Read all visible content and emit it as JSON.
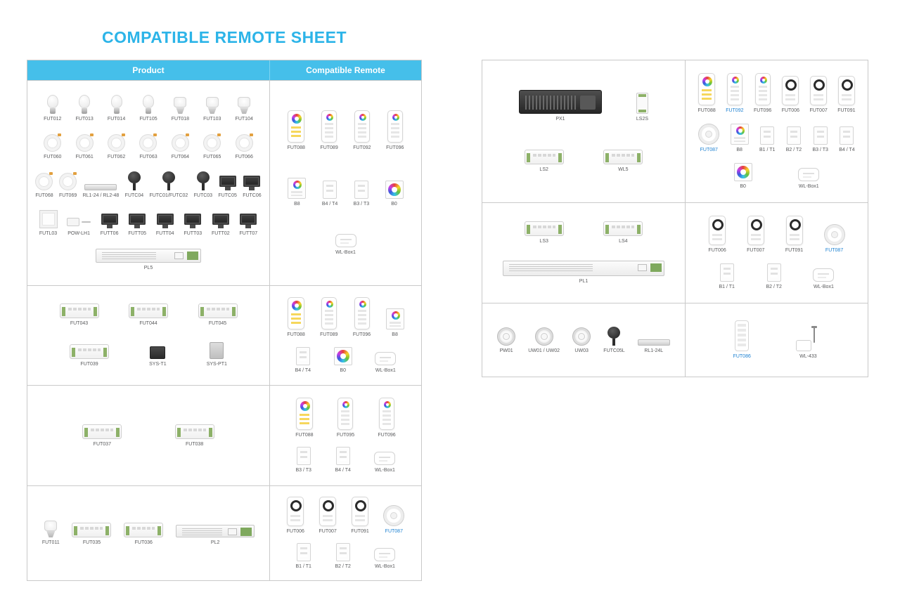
{
  "title": "COMPATIBLE REMOTE SHEET",
  "colors": {
    "accent": "#2cb4e8",
    "header_bg": "#45bfea",
    "header_text": "#ffffff",
    "label_text": "#58595b",
    "link_text": "#1e82d2",
    "table_border": "#c9c9c9"
  },
  "left_table": {
    "headers": {
      "product": "Product",
      "remote": "Compatible Remote"
    },
    "rows": [
      {
        "products": [
          {
            "items": [
              {
                "label": "FUT012",
                "type": "bulb"
              },
              {
                "label": "FUT013",
                "type": "bulb"
              },
              {
                "label": "FUT014",
                "type": "bulb"
              },
              {
                "label": "FUT105",
                "type": "bulb"
              },
              {
                "label": "FUT018",
                "type": "spot"
              },
              {
                "label": "FUT103",
                "type": "spot"
              },
              {
                "label": "FUT104",
                "type": "spot"
              }
            ]
          },
          {
            "items": [
              {
                "label": "FUT060",
                "type": "downlight"
              },
              {
                "label": "FUT061",
                "type": "downlight"
              },
              {
                "label": "FUT062",
                "type": "downlight"
              },
              {
                "label": "FUT063",
                "type": "downlight"
              },
              {
                "label": "FUT064",
                "type": "downlight"
              },
              {
                "label": "FUT065",
                "type": "downlight"
              },
              {
                "label": "FUT066",
                "type": "downlight"
              }
            ]
          },
          {
            "items": [
              {
                "label": "FUT068",
                "type": "downlight"
              },
              {
                "label": "FUT069",
                "type": "downlight"
              },
              {
                "label": "RL1-24 / RL2-48",
                "type": "bar"
              },
              {
                "label": "FUTC04",
                "type": "gardenlight"
              },
              {
                "label": "FUTC01/FUTC02",
                "type": "gardenlight"
              },
              {
                "label": "FUTC03",
                "type": "gardenlight"
              },
              {
                "label": "FUTC05",
                "type": "floodlight"
              },
              {
                "label": "FUTC06",
                "type": "floodlight"
              }
            ]
          },
          {
            "items": [
              {
                "label": "FUTL03",
                "type": "panel"
              },
              {
                "label": "POW-LH1",
                "type": "powerbox"
              },
              {
                "label": "FUTT06",
                "type": "floodlight"
              },
              {
                "label": "FUTT05",
                "type": "floodlight"
              },
              {
                "label": "FUTT04",
                "type": "floodlight"
              },
              {
                "label": "FUTT03",
                "type": "floodlight"
              },
              {
                "label": "FUTT02",
                "type": "floodlight"
              },
              {
                "label": "FUTT07",
                "type": "floodlight"
              }
            ]
          },
          {
            "items": [
              {
                "label": "PL5",
                "type": "driver"
              }
            ]
          }
        ],
        "remotes": [
          {
            "items": [
              {
                "label": "FUT088",
                "type": "remote-color"
              },
              {
                "label": "FUT089",
                "type": "remote-tall"
              },
              {
                "label": "FUT092",
                "type": "remote-tall"
              },
              {
                "label": "FUT096",
                "type": "remote-tall"
              }
            ]
          },
          {
            "items": [
              {
                "label": "B8",
                "type": "panel-b8"
              },
              {
                "label": "B4 / T4",
                "type": "panel-small"
              },
              {
                "label": "B3 / T3",
                "type": "panel-small"
              },
              {
                "label": "B0",
                "type": "panel-b0"
              }
            ]
          },
          {
            "items": [
              {
                "label": "WL-Box1",
                "type": "wlbox"
              }
            ]
          }
        ]
      },
      {
        "products": [
          {
            "items": [
              {
                "label": "FUT043",
                "type": "controller"
              },
              {
                "label": "FUT044",
                "type": "controller"
              },
              {
                "label": "FUT045",
                "type": "controller"
              }
            ]
          },
          {
            "items": [
              {
                "label": "FUT039",
                "type": "controller"
              },
              {
                "label": "SYS-T1",
                "type": "sysbox-dark"
              },
              {
                "label": "SYS-PT1",
                "type": "sysbox"
              }
            ]
          }
        ],
        "remotes": [
          {
            "items": [
              {
                "label": "FUT088",
                "type": "remote-color"
              },
              {
                "label": "FUT089",
                "type": "remote-tall"
              },
              {
                "label": "FUT096",
                "type": "remote-tall"
              },
              {
                "label": "B8",
                "type": "panel-b8"
              }
            ]
          },
          {
            "items": [
              {
                "label": "B4 / T4",
                "type": "panel-small"
              },
              {
                "label": "B0",
                "type": "panel-b0"
              },
              {
                "label": "WL-Box1",
                "type": "wlbox"
              }
            ]
          }
        ]
      },
      {
        "products": [
          {
            "items": [
              {
                "label": "FUT037",
                "type": "controller"
              },
              {
                "label": "FUT038",
                "type": "controller"
              }
            ]
          }
        ],
        "remotes": [
          {
            "items": [
              {
                "label": "FUT088",
                "type": "remote-color"
              },
              {
                "label": "FUT095",
                "type": "remote-tall"
              },
              {
                "label": "FUT096",
                "type": "remote-tall"
              }
            ]
          },
          {
            "items": [
              {
                "label": "B3 / T3",
                "type": "panel-small"
              },
              {
                "label": "B4 / T4",
                "type": "panel-small"
              },
              {
                "label": "WL-Box1",
                "type": "wlbox"
              }
            ]
          }
        ]
      },
      {
        "products": [
          {
            "items": [
              {
                "label": "FUT011",
                "type": "spot"
              },
              {
                "label": "FUT035",
                "type": "controller"
              },
              {
                "label": "FUT036",
                "type": "controller"
              },
              {
                "label": "PL2",
                "type": "driver-sm"
              }
            ]
          }
        ],
        "remotes": [
          {
            "items": [
              {
                "label": "FUT006",
                "type": "remote-dial"
              },
              {
                "label": "FUT007",
                "type": "remote-dial"
              },
              {
                "label": "FUT091",
                "type": "remote-dial"
              },
              {
                "label": "FUT087",
                "type": "remote-puck",
                "blue": true
              }
            ]
          },
          {
            "items": [
              {
                "label": "B1 / T1",
                "type": "panel-small"
              },
              {
                "label": "B2 / T2",
                "type": "panel-small"
              },
              {
                "label": "WL-Box1",
                "type": "wlbox"
              }
            ]
          }
        ]
      }
    ]
  },
  "right_table": {
    "rows": [
      {
        "products": [
          {
            "items": [
              {
                "label": "PX1",
                "type": "driver-dark"
              },
              {
                "label": "LS2S",
                "type": "dinmodule"
              }
            ]
          },
          {
            "items": [
              {
                "label": "LS2",
                "type": "controller"
              },
              {
                "label": "WL5",
                "type": "controller"
              }
            ]
          }
        ],
        "remotes": [
          {
            "items": [
              {
                "label": "FUT088",
                "type": "remote-color"
              },
              {
                "label": "FUT092",
                "type": "remote-tall",
                "blue": true
              },
              {
                "label": "FUT096",
                "type": "remote-tall"
              },
              {
                "label": "FUT006",
                "type": "remote-dial"
              },
              {
                "label": "FUT007",
                "type": "remote-dial"
              },
              {
                "label": "FUT091",
                "type": "remote-dial"
              }
            ]
          },
          {
            "items": [
              {
                "label": "FUT087",
                "type": "remote-puck",
                "blue": true
              },
              {
                "label": "B8",
                "type": "panel-b8"
              },
              {
                "label": "B1 / T1",
                "type": "panel-small"
              },
              {
                "label": "B2 / T2",
                "type": "panel-small"
              },
              {
                "label": "B3 / T3",
                "type": "panel-small"
              },
              {
                "label": "B4 / T4",
                "type": "panel-small"
              }
            ]
          },
          {
            "items": [
              {
                "label": "B0",
                "type": "panel-b0"
              },
              {
                "label": "WL-Box1",
                "type": "wlbox"
              }
            ]
          }
        ]
      },
      {
        "products": [
          {
            "items": [
              {
                "label": "LS3",
                "type": "controller"
              },
              {
                "label": "LS4",
                "type": "controller"
              }
            ]
          },
          {
            "items": [
              {
                "label": "PL1",
                "type": "driver-lg"
              }
            ]
          }
        ],
        "remotes": [
          {
            "items": [
              {
                "label": "FUT006",
                "type": "remote-dial"
              },
              {
                "label": "FUT007",
                "type": "remote-dial"
              },
              {
                "label": "FUT091",
                "type": "remote-dial"
              },
              {
                "label": "FUT087",
                "type": "remote-puck",
                "blue": true
              }
            ]
          },
          {
            "items": [
              {
                "label": "B1 / T1",
                "type": "panel-small"
              },
              {
                "label": "B2 / T2",
                "type": "panel-small"
              },
              {
                "label": "WL-Box1",
                "type": "wlbox"
              }
            ]
          }
        ]
      },
      {
        "products": [
          {
            "items": [
              {
                "label": "PW01",
                "type": "poollight"
              },
              {
                "label": "UW01 / UW02",
                "type": "poollight"
              },
              {
                "label": "UW03",
                "type": "poollight"
              },
              {
                "label": "FUTC05L",
                "type": "gardenlight"
              },
              {
                "label": "RL1-24L",
                "type": "bar"
              }
            ]
          }
        ],
        "remotes": [
          {
            "items": [
              {
                "label": "FUT086",
                "type": "remote-keys",
                "blue": true
              },
              {
                "label": "WL-433",
                "type": "wl433"
              }
            ]
          }
        ]
      }
    ]
  }
}
